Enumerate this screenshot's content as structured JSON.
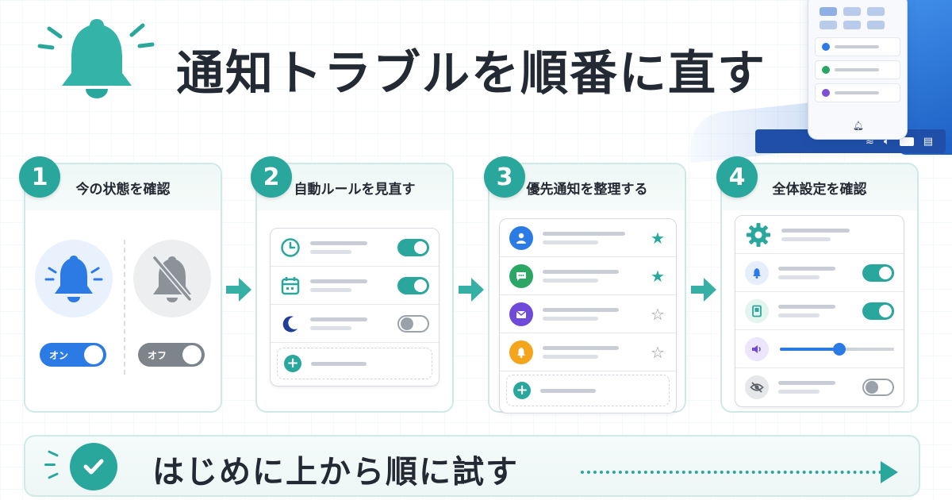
{
  "header": {
    "title": "通知トラブルを順番に直す",
    "bell_icon": "bell-icon"
  },
  "steps": [
    {
      "number": "1",
      "label": "今の状態を確認"
    },
    {
      "number": "2",
      "label": "自動ルールを見直す"
    },
    {
      "number": "3",
      "label": "優先通知を整理する"
    },
    {
      "number": "4",
      "label": "全体設定を確認"
    }
  ],
  "step1": {
    "on_label": "オン",
    "off_label": "オフ",
    "on_state": true,
    "off_state": false
  },
  "step2": {
    "rules": [
      {
        "icon": "clock-icon",
        "enabled": true
      },
      {
        "icon": "calendar-icon",
        "enabled": true
      },
      {
        "icon": "moon-icon",
        "enabled": false
      }
    ]
  },
  "step3": {
    "items": [
      {
        "icon": "person-icon",
        "color": "#2c7be5",
        "starred": true
      },
      {
        "icon": "chat-icon",
        "color": "#2aa765",
        "starred": true
      },
      {
        "icon": "mail-icon",
        "color": "#6f4ad8",
        "starred": false
      },
      {
        "icon": "bell-icon",
        "color": "#f4a51c",
        "starred": false
      }
    ]
  },
  "step4": {
    "notifications_on": true,
    "screen_on": true,
    "volume_level": 0.52,
    "hidden_content_on": false
  },
  "footer": {
    "text": "はじめに上から順に試す"
  },
  "colors": {
    "accent": "#2aa79d",
    "blue": "#2c7be5",
    "title": "#242a33"
  }
}
